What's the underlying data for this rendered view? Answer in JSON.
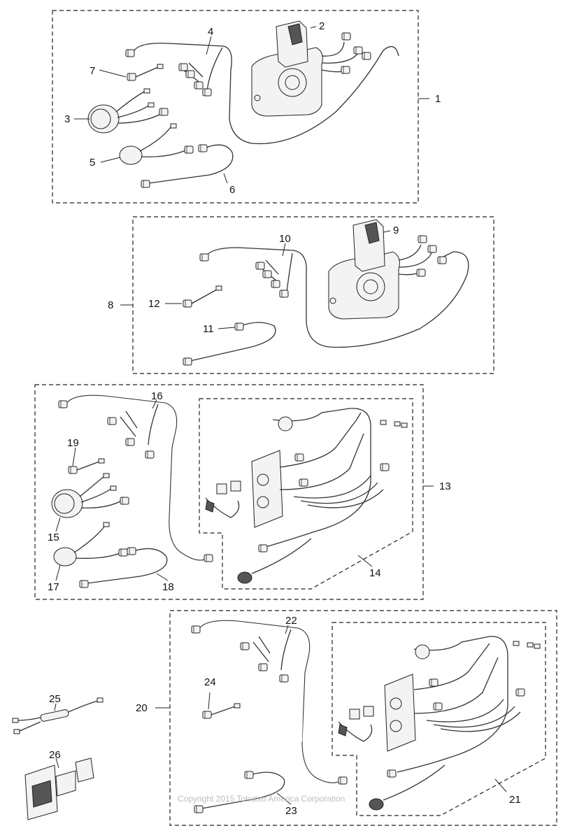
{
  "callouts": {
    "c1": "1",
    "c2": "2",
    "c3": "3",
    "c4": "4",
    "c5": "5",
    "c6": "6",
    "c7": "7",
    "c8": "8",
    "c9": "9",
    "c10": "10",
    "c11": "11",
    "c12": "12",
    "c13": "13",
    "c14": "14",
    "c15": "15",
    "c16": "16",
    "c17": "17",
    "c18": "18",
    "c19": "19",
    "c20": "20",
    "c21": "21",
    "c22": "22",
    "c23": "23",
    "c24": "24",
    "c25": "25",
    "c26": "26"
  },
  "watermark": "Copyright 2015 Tohatsu America Corporation"
}
